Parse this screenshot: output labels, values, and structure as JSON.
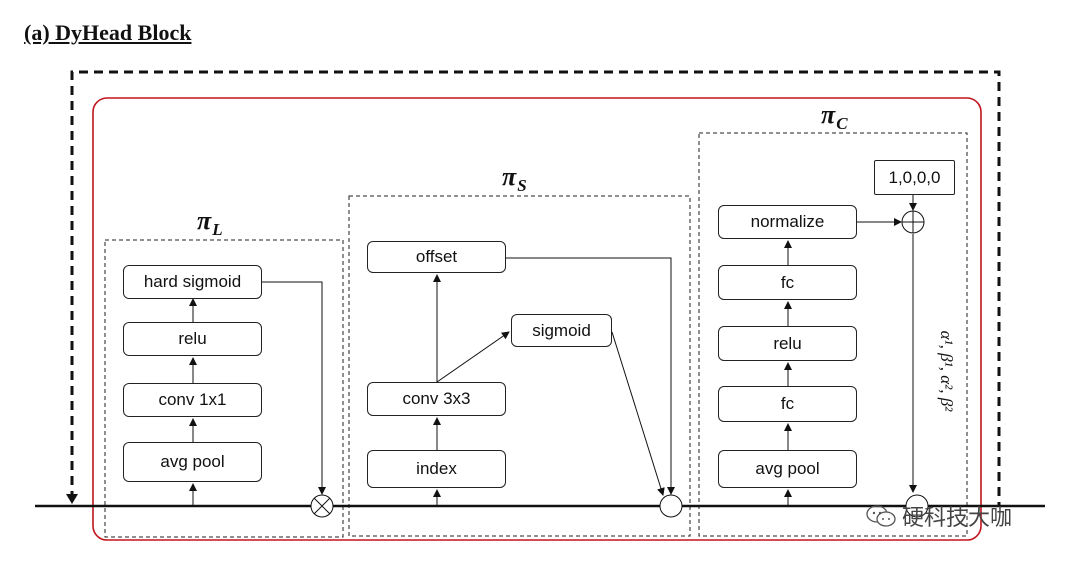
{
  "title": "(a) DyHead Block",
  "sections": {
    "pi_l": {
      "symbol": "π",
      "subscript": "L"
    },
    "pi_s": {
      "symbol": "π",
      "subscript": "S"
    },
    "pi_c": {
      "symbol": "π",
      "subscript": "C"
    }
  },
  "pi_l_blocks": [
    "hard sigmoid",
    "relu",
    "conv 1x1",
    "avg pool"
  ],
  "pi_s_blocks": {
    "offset": "offset",
    "sigmoid": "sigmoid",
    "conv": "conv 3x3",
    "index": "index"
  },
  "pi_c_blocks": [
    "normalize",
    "fc",
    "relu",
    "fc",
    "avg pool"
  ],
  "init_value": "1,0,0,0",
  "coefficients": "α¹, β¹, α², β²",
  "watermark": "硬科技大咖",
  "colors": {
    "attention_region_border": "#c0141c",
    "line": "#111111"
  }
}
